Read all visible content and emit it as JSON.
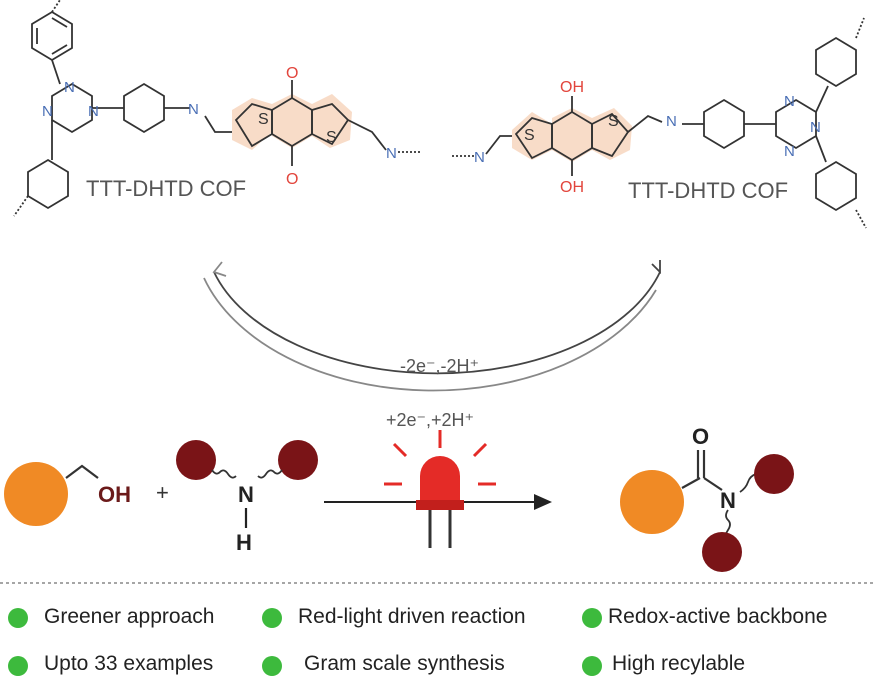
{
  "cof_labels": {
    "left": "TTT-DHTD COF",
    "right": "TTT-DHTD COF"
  },
  "atoms": {
    "N": "N",
    "S": "S",
    "O": "O",
    "OH": "OH",
    "H": "H"
  },
  "cycle": {
    "oxidation": "-2e⁻,-2H⁺",
    "reduction": "+2e⁻,+2H⁺"
  },
  "reaction": {
    "plus": "+",
    "alcohol_group": "OH",
    "amine_n": "N",
    "amine_h": "H",
    "product_o": "O",
    "product_n": "N"
  },
  "features": [
    {
      "label": "Greener approach"
    },
    {
      "label": "Red-light driven reaction"
    },
    {
      "label": "Redox-active backbone"
    },
    {
      "label": "Upto 33 examples"
    },
    {
      "label": "Gram scale synthesis"
    },
    {
      "label": "High recylable"
    }
  ],
  "colors": {
    "highlight": "#f8dcc8",
    "oxygen": "#e2453c",
    "nitrogen": "#4a6fb5",
    "orange_sphere": "#f08a25",
    "maroon_sphere": "#7a1417",
    "bullet": "#3dba3d",
    "led": "#e42b27"
  },
  "icons": [
    "led-icon",
    "bullet-dot-icon"
  ]
}
